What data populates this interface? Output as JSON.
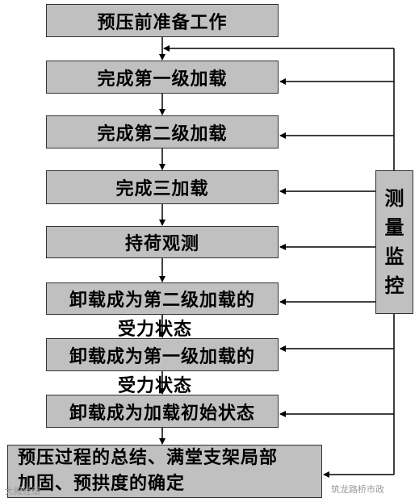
{
  "steps": [
    {
      "label": "预压前准备工作"
    },
    {
      "label": "完成第一级加载"
    },
    {
      "label": "完成第二级加载"
    },
    {
      "label": "完成三加载"
    },
    {
      "label": "持荷观测"
    },
    {
      "label": "卸载成为第二级加载的",
      "overflow": "受力状态"
    },
    {
      "label": "卸载成为第一级加载的",
      "overflow": "受力状态"
    },
    {
      "label": "卸载成为加载初始状态"
    },
    {
      "line1": "预压过程的总结、满堂支架局部",
      "line2": "加固、预拱度的确定"
    }
  ],
  "monitor": {
    "chars": [
      "测",
      "量",
      "监",
      "控"
    ]
  },
  "watermarks": {
    "left": "大殿经组",
    "right": "筑龙路桥市政"
  }
}
